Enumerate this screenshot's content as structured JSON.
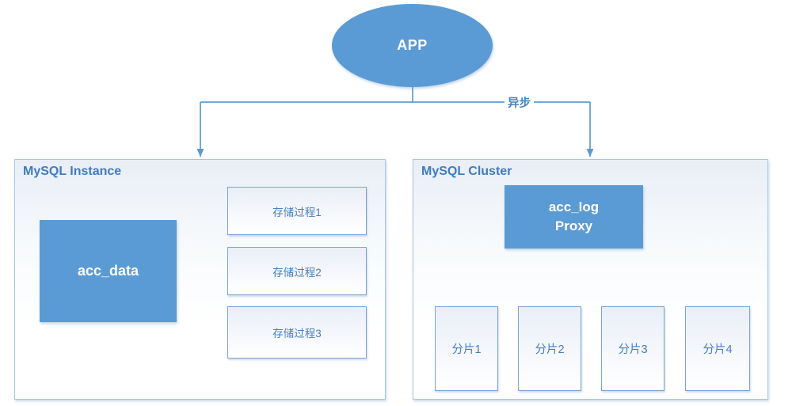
{
  "diagram": {
    "app": {
      "label": "APP"
    },
    "async_label": "异步",
    "instance": {
      "title": "MySQL Instance",
      "main_node": {
        "label": "acc_data"
      },
      "procedures": [
        {
          "label": "存储过程1"
        },
        {
          "label": "存储过程2"
        },
        {
          "label": "存储过程3"
        }
      ]
    },
    "cluster": {
      "title": "MySQL Cluster",
      "proxy": {
        "line1": "acc_log",
        "line2": "Proxy"
      },
      "shards": [
        {
          "label": "分片1"
        },
        {
          "label": "分片2"
        },
        {
          "label": "分片3"
        },
        {
          "label": "分片4"
        }
      ]
    },
    "colors": {
      "node_fill": "#5b9bd5",
      "line": "#5b9bd5",
      "label_text": "#4a7ebb",
      "title_text": "#3f7cc1"
    }
  }
}
